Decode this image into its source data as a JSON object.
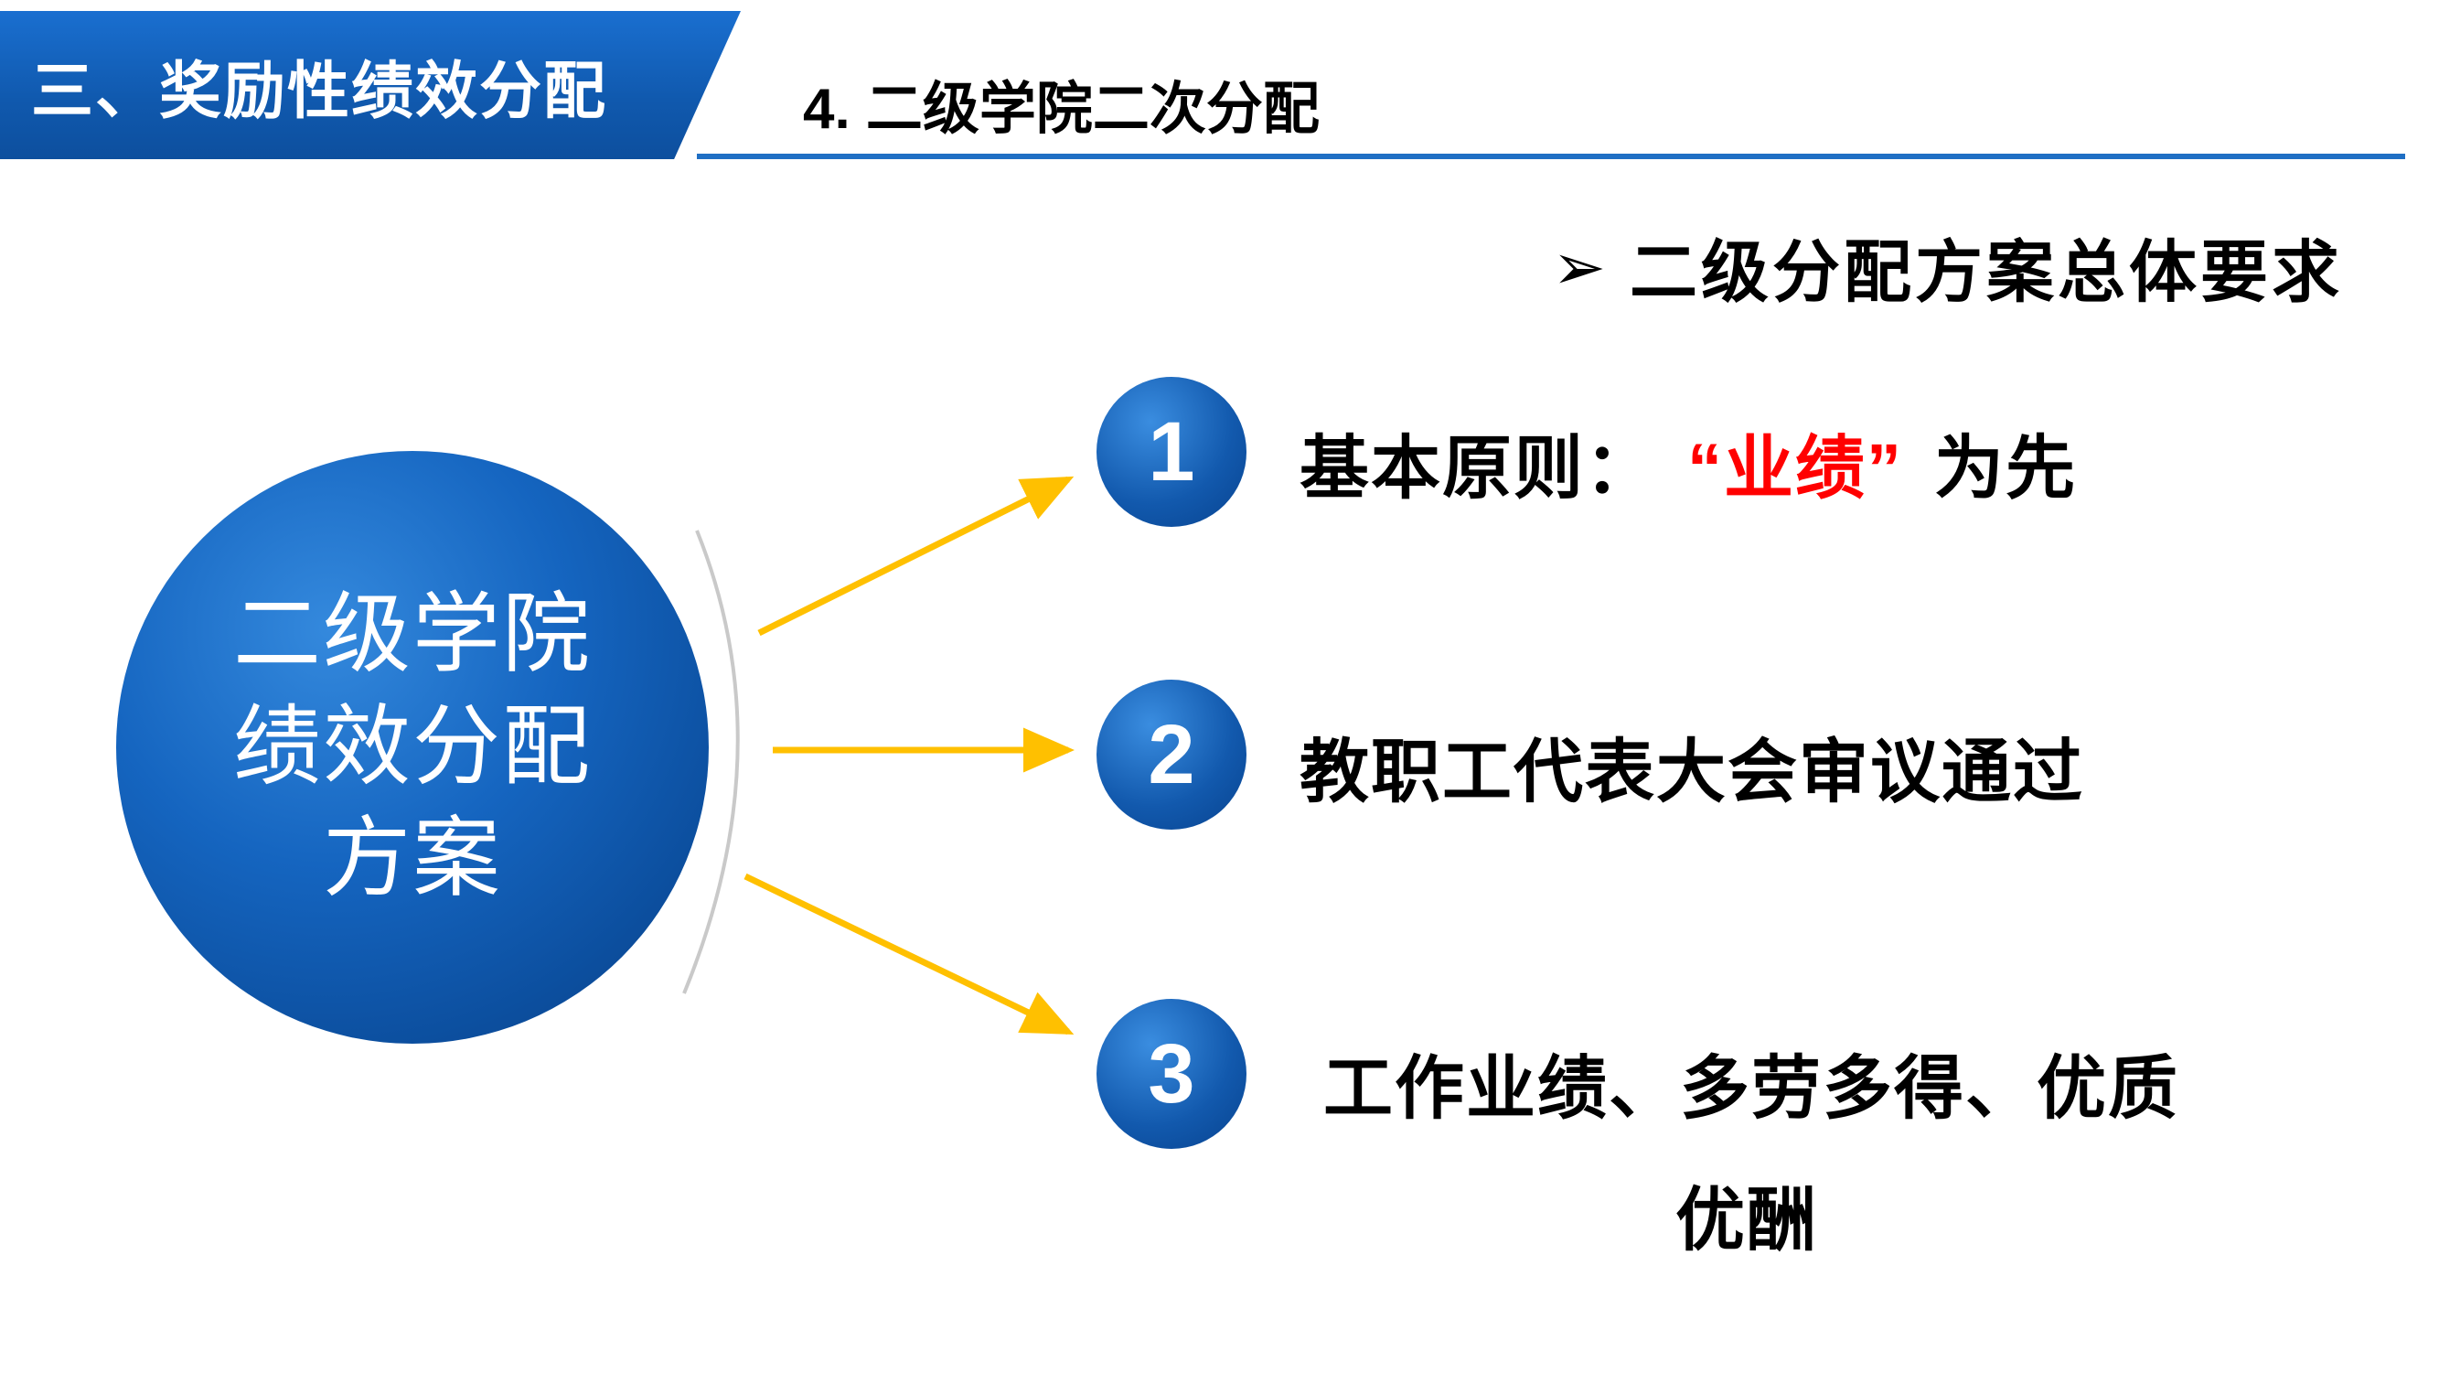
{
  "banner": {
    "label": "三、奖励性绩效分配"
  },
  "header": {
    "title": "4. 二级学院二次分配",
    "bullet_icon": "➢",
    "bullet_text": "二级分配方案总体要求"
  },
  "hub": {
    "lines": [
      "二级学院",
      "绩效分配",
      "方案"
    ]
  },
  "items": [
    {
      "number": "1",
      "prefix": "基本原则：",
      "highlight": "“业绩”",
      "suffix": "为先"
    },
    {
      "number": "2",
      "text": "教职工代表大会审议通过"
    },
    {
      "number": "3",
      "line1": "工作业绩、多劳多得、优质",
      "line2": "优酬"
    }
  ],
  "colors": {
    "banner_blue": "#1059ae",
    "hub_blue": "#1565c0",
    "underline_blue": "#1f6fc4",
    "arrow_yellow": "#FFC000",
    "highlight_red": "#FF0000",
    "text_black": "#000000",
    "text_white": "#FFFFFF"
  }
}
